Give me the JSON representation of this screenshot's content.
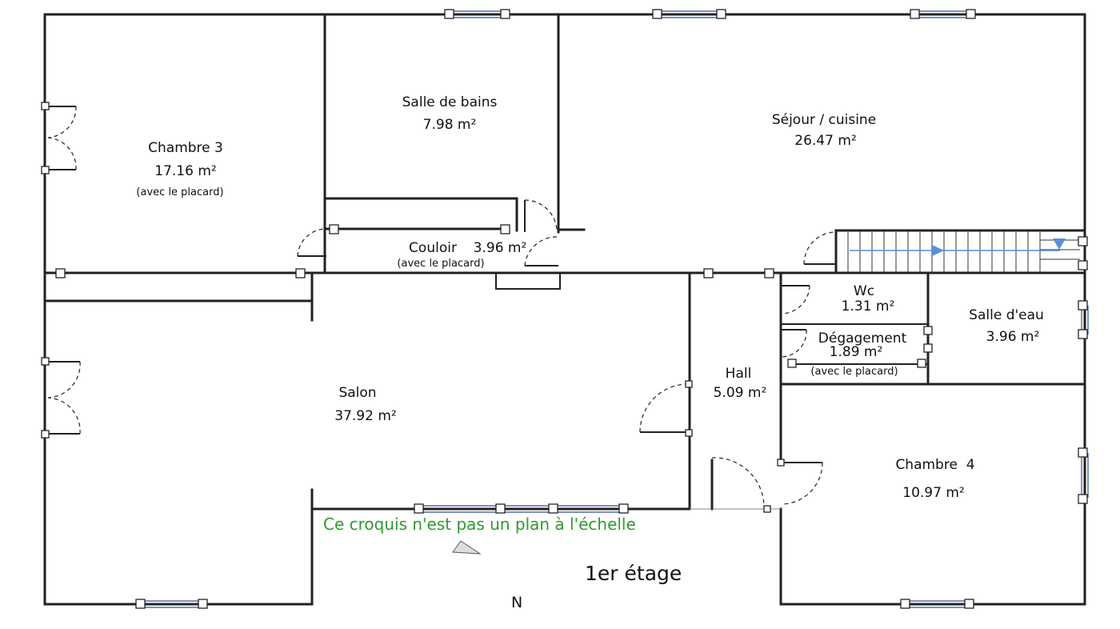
{
  "rooms": {
    "chambre3": {
      "name": "Chambre 3",
      "area": "17.16 m²",
      "note": "(avec le placard)"
    },
    "salle_de_bains": {
      "name": "Salle de bains",
      "area": "7.98 m²"
    },
    "sejour": {
      "name": "Séjour / cuisine",
      "area": "26.47 m²"
    },
    "couloir": {
      "name": "Couloir",
      "area": "3.96 m²",
      "note": "(avec le placard)"
    },
    "wc": {
      "name": "Wc",
      "area": "1.31 m²"
    },
    "salle_deau": {
      "name": "Salle d'eau",
      "area": "3.96 m²"
    },
    "degagement": {
      "name": "Dégagement",
      "area": "1.89 m²",
      "note": "(avec le placard)"
    },
    "hall": {
      "name": "Hall",
      "area": "5.09 m²"
    },
    "salon": {
      "name": "Salon",
      "area": "37.92 m²"
    },
    "chambre4": {
      "name": "Chambre  4",
      "area": "10.97 m²"
    }
  },
  "disclaimer": "Ce croquis n'est pas un plan à l'échelle",
  "floor_label": "1er étage",
  "north_label": "N",
  "colors": {
    "wall": "#222222",
    "window": "#2f4fa0",
    "disclaimer": "#2e9a2e",
    "stair_arrow": "#5b8fd6"
  }
}
